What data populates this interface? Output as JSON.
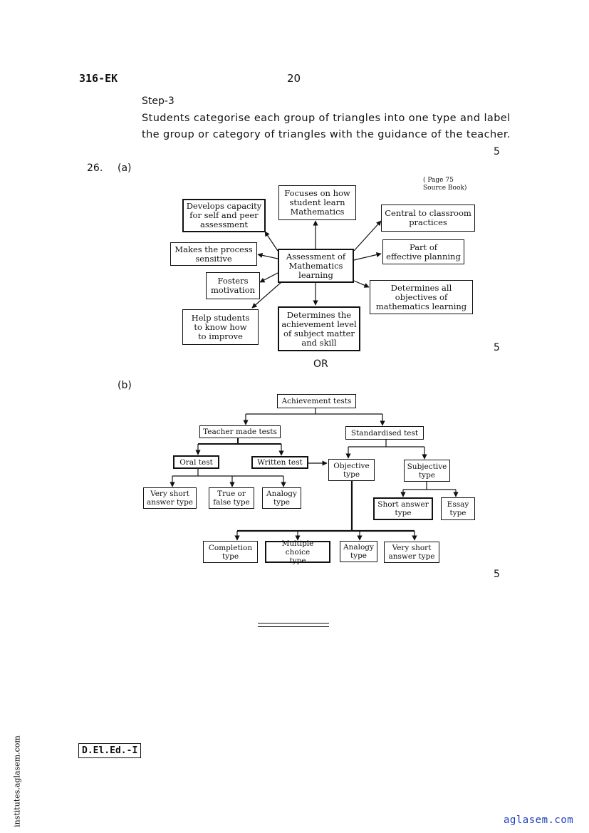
{
  "header": {
    "code": "316-EK",
    "page": "20"
  },
  "step": {
    "title": "Step-3",
    "text": "Students categorise each group of triangles into one type and label the group or category of triangles with the guidance of the teacher.",
    "mark": "5"
  },
  "q26": {
    "number": "26.",
    "part_a": "(a)",
    "source": "( Page 75\nSource Book)",
    "a_center": "Assessment of\nMathematics\nlearning",
    "a_nodes": {
      "capacity": "Develops capacity\nfor self and peer\nassessment",
      "focuses": "Focuses on how\nstudent learn\nMathematics",
      "central": "Central to classroom\npractices",
      "process": "Makes the process\nsensitive",
      "planning": "Part of\neffective planning",
      "fosters": "Fosters\nmotivation",
      "determines_all": "Determines all\nobjectives of\nmathematics learning",
      "help": "Help students\nto know how\nto improve",
      "achievement": "Determines the\nachievement level\nof subject matter\nand skill"
    },
    "mark_a": "5",
    "or": "OR",
    "part_b": "(b)",
    "b_nodes": {
      "root": "Achievement tests",
      "teacher": "Teacher made tests",
      "standardised": "Standardised test",
      "oral": "Oral test",
      "written": "Written test",
      "objective": "Objective\ntype",
      "subjective": "Subjective\ntype",
      "very_short_1": "Very short\nanswer type",
      "true_false": "True or\nfalse type",
      "analogy_1": "Analogy\ntype",
      "short_answer": "Short answer\ntype",
      "essay": "Essay\ntype",
      "completion": "Completion\ntype",
      "multiple_choice": "Multiple choice\ntype",
      "analogy_2": "Analogy\ntype",
      "very_short_2": "Very short\nanswer type"
    },
    "mark_b": "5"
  },
  "footer": {
    "code": "D.El.Ed.-I",
    "side": "institutes.aglasem.com",
    "brand": "aglasem.com"
  }
}
